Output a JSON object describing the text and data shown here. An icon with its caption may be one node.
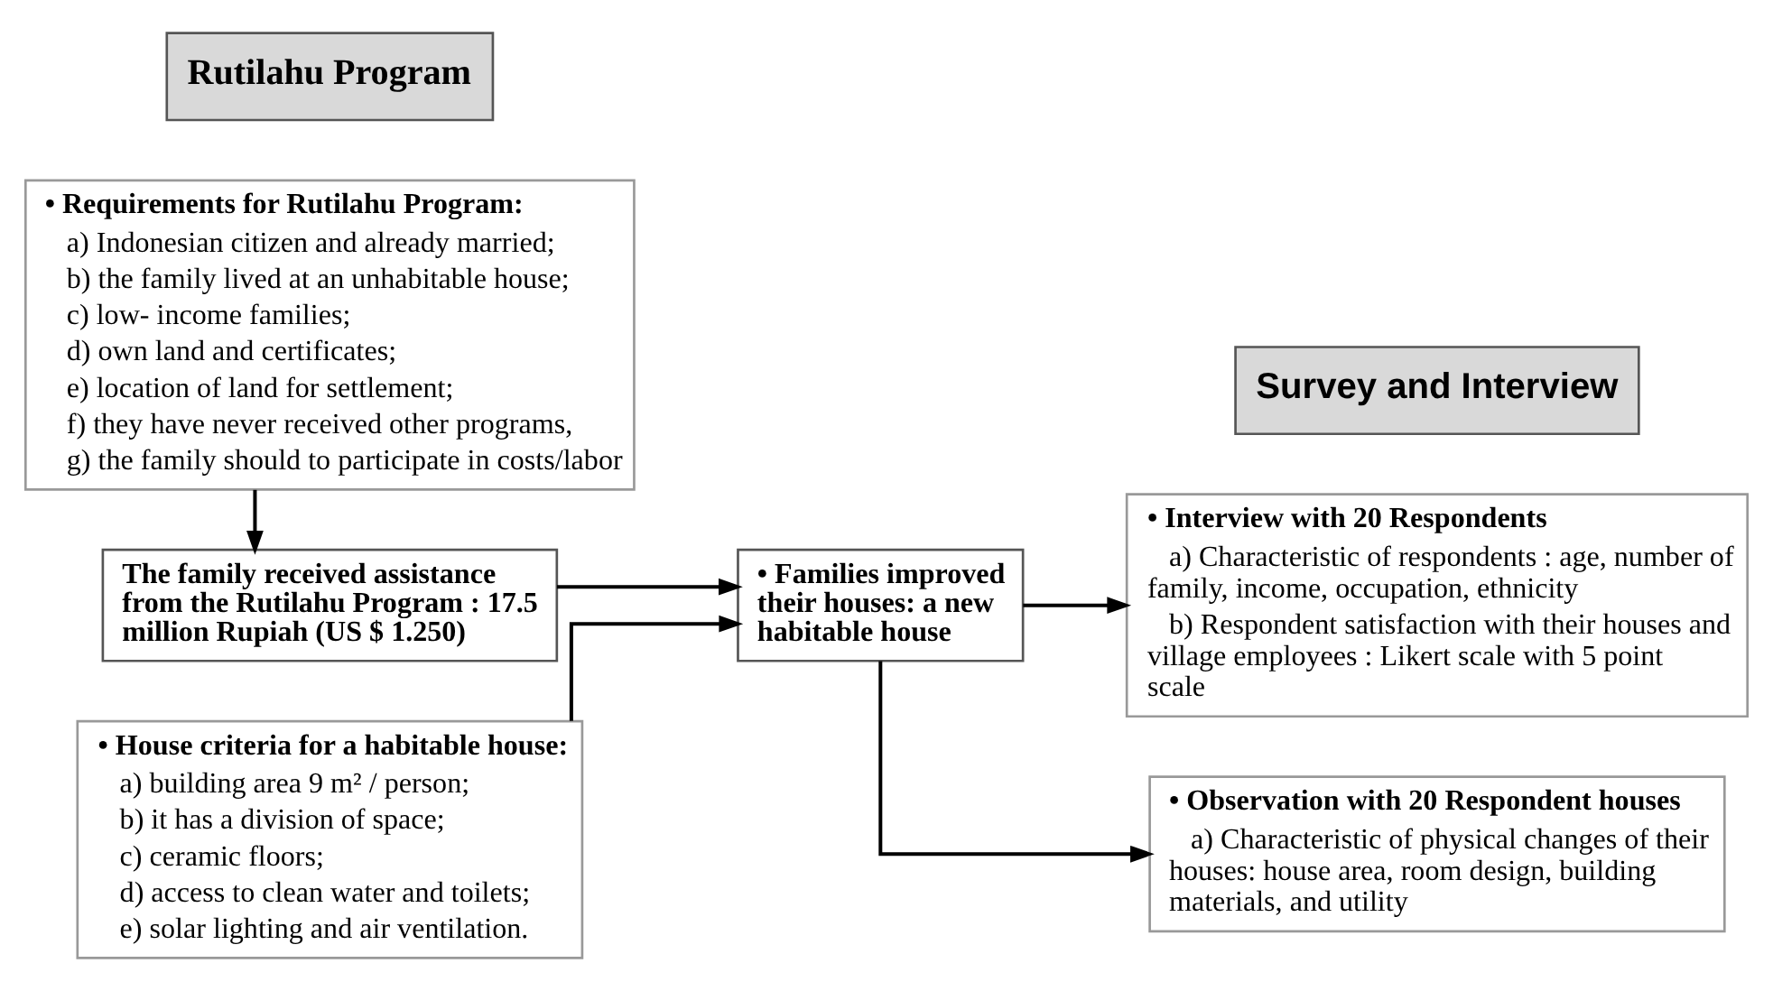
{
  "diagram": {
    "nodes": [
      {
        "text": [
          "Rutilahu Program"
        ]
      },
      {
        "text": [
          "Survey and Interview"
        ]
      },
      {
        "text": [
          "• Requirements for Rutilahu Program:",
          "a) Indonesian citizen and already married;",
          "b) the family lived at an unhabitable house;",
          "c) low- income families;",
          "d) own land and certificates;",
          "e) location of land for settlement;",
          "f) they have never received other programs,",
          "g) the family should to participate in costs/labor"
        ]
      },
      {
        "text": [
          "• Interview with 20 Respondents",
          "a) Characteristic of respondents : age, number of family, income, occupation, ethnicity",
          "b) Respondent satisfaction with their houses and village employees : Likert scale with 5 point scale"
        ]
      },
      {
        "text": [
          "The family received assistance from the Rutilahu Program : 17.5 million Rupiah (US $ 1.250)"
        ]
      },
      {
        "text": [
          "• Families improved their houses: a new habitable house"
        ]
      },
      {
        "text": [
          "• Observation with 20 Respondent houses",
          "a) Characteristic of physical changes of their houses: house area, room design, building materials, and utility"
        ]
      },
      {
        "text": [
          "• House criteria for a habitable house:",
          "a) building area 9 m² / person;",
          "b) it has a division of space;",
          "c) ceramic floors;",
          "d) access to clean water and toilets;",
          "e) solar lighting and air ventilation."
        ]
      }
    ],
    "edges": [
      {
        "from": 2,
        "to": 4,
        "arrow": "to"
      },
      {
        "from": 4,
        "to": 5,
        "arrow": "to"
      },
      {
        "from": 7,
        "to": 5,
        "arrow": "to"
      },
      {
        "from": 5,
        "to": 3,
        "arrow": "to"
      },
      {
        "from": 5,
        "to": 6,
        "arrow": "to"
      }
    ]
  }
}
